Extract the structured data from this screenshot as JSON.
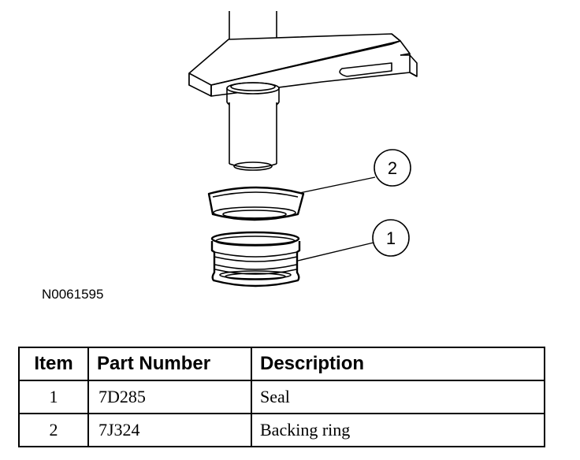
{
  "figure": {
    "id": "N0061595",
    "callouts": [
      {
        "number": "2"
      },
      {
        "number": "1"
      }
    ]
  },
  "table": {
    "headers": [
      "Item",
      "Part Number",
      "Description"
    ],
    "rows": [
      {
        "item": "1",
        "part_number": "7D285",
        "description": "Seal"
      },
      {
        "item": "2",
        "part_number": "7J324",
        "description": "Backing ring"
      }
    ]
  }
}
